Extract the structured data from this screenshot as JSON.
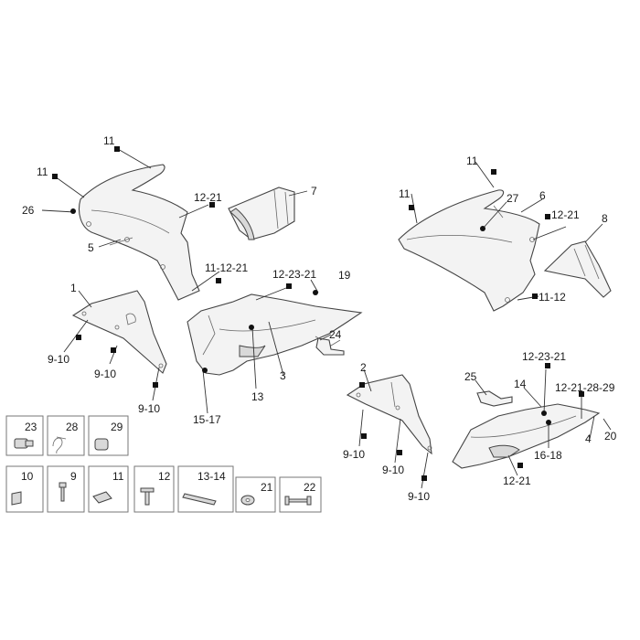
{
  "callouts": {
    "c11a": "11",
    "c11b": "11",
    "c26": "26",
    "c12_21a": "12-21",
    "c5": "5",
    "c7": "7",
    "c11_12_21": "11-12-21",
    "c1": "1",
    "c9_10a": "9-10",
    "c9_10b": "9-10",
    "c9_10c": "9-10",
    "c12_23_21a": "12-23-21",
    "c19": "19",
    "c24": "24",
    "c3": "3",
    "c13": "13",
    "c15_17": "15-17",
    "c11c": "11",
    "c11d": "11",
    "c27": "27",
    "c6": "6",
    "c12_21b": "12-21",
    "c8": "8",
    "c11_12": "11-12",
    "c2": "2",
    "c9_10d": "9-10",
    "c9_10e": "9-10",
    "c9_10f": "9-10",
    "c25": "25",
    "c14": "14",
    "c12_23_21b": "12-23-21",
    "c12_21_28_29": "12-21-28-29",
    "c4": "4",
    "c20": "20",
    "c16_18": "16-18",
    "c12_21c": "12-21"
  },
  "legend": {
    "b23": "23",
    "b28": "28",
    "b29": "29",
    "b10": "10",
    "b9": "9",
    "b11": "11",
    "b12": "12",
    "b13_14": "13-14",
    "b21": "21",
    "b22": "22"
  }
}
